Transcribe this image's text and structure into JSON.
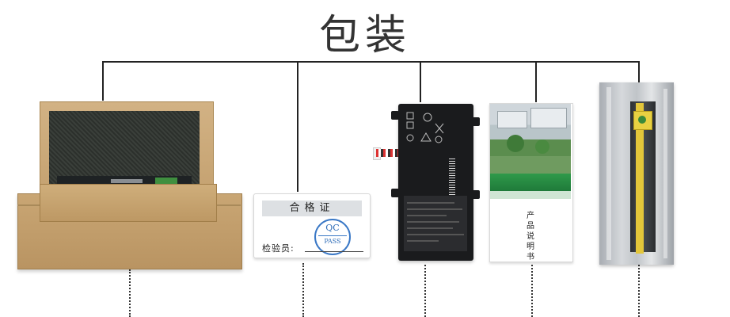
{
  "title": "包装",
  "items": [
    {
      "id": "box",
      "caption": ""
    },
    {
      "id": "certificate",
      "heading": "合格证",
      "stamp_top": "QC",
      "stamp_bottom": "PASS",
      "inspector_label": "检验员:"
    },
    {
      "id": "battery",
      "caption": ""
    },
    {
      "id": "manual",
      "title": "产品说明书"
    },
    {
      "id": "bagged-battery",
      "caption": ""
    }
  ],
  "colors": {
    "line": "#222222",
    "cardboard": "#c9a674",
    "stamp": "#3a78c6",
    "manual_band": "#2f9a4a",
    "battery_body": "#1a1b1d"
  }
}
